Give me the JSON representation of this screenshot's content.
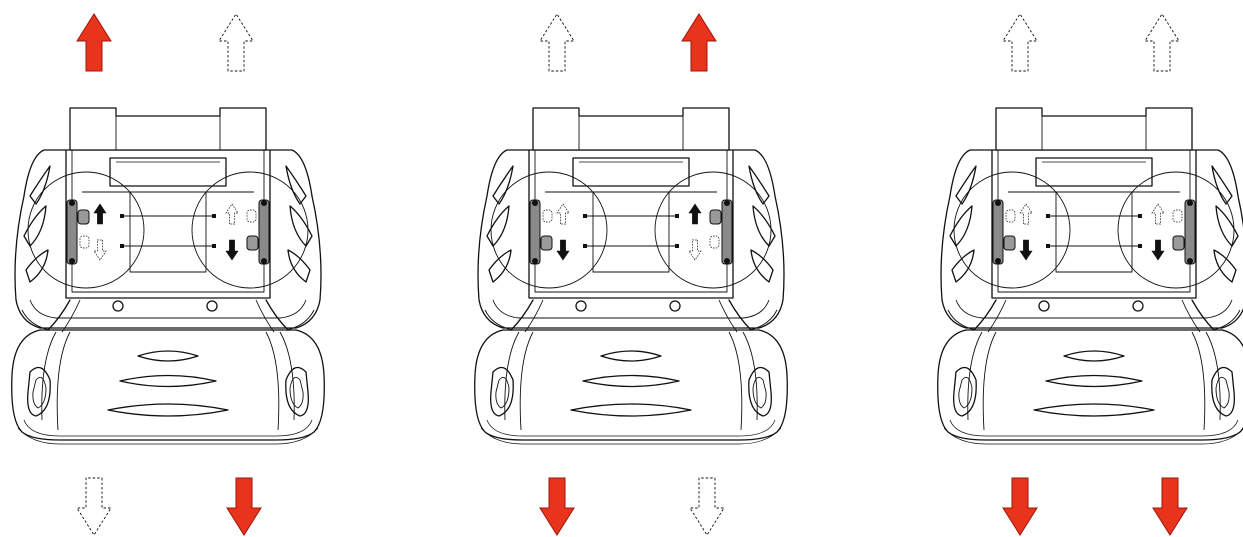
{
  "colors": {
    "active_arrow_fill": "#e8341c",
    "active_arrow_stroke": "#a1150a",
    "inactive_arrow_stroke": "#111111",
    "device_outline": "#111111",
    "background": "#ffffff"
  },
  "panels": [
    {
      "id": "panel-1",
      "outer_arrows": {
        "top_left": "active",
        "top_right": "inactive",
        "bottom_left": "inactive",
        "bottom_right": "active"
      },
      "inner_arrows": {
        "left_up": "solid",
        "left_down": "dashed",
        "right_up": "dashed",
        "right_down": "solid"
      }
    },
    {
      "id": "panel-2",
      "outer_arrows": {
        "top_left": "inactive",
        "top_right": "active",
        "bottom_left": "active",
        "bottom_right": "inactive"
      },
      "inner_arrows": {
        "left_up": "dashed",
        "left_down": "solid",
        "right_up": "solid",
        "right_down": "dashed"
      }
    },
    {
      "id": "panel-3",
      "outer_arrows": {
        "top_left": "inactive",
        "top_right": "inactive",
        "bottom_left": "active",
        "bottom_right": "active"
      },
      "inner_arrows": {
        "left_up": "dashed",
        "left_down": "solid",
        "right_up": "dashed",
        "right_down": "solid"
      }
    }
  ],
  "icons": {
    "active_arrow": "arrow-filled-red",
    "inactive_arrow": "arrow-dashed-outline",
    "inner_solid": "arrow-small-black",
    "inner_dashed": "arrow-small-dashed"
  }
}
